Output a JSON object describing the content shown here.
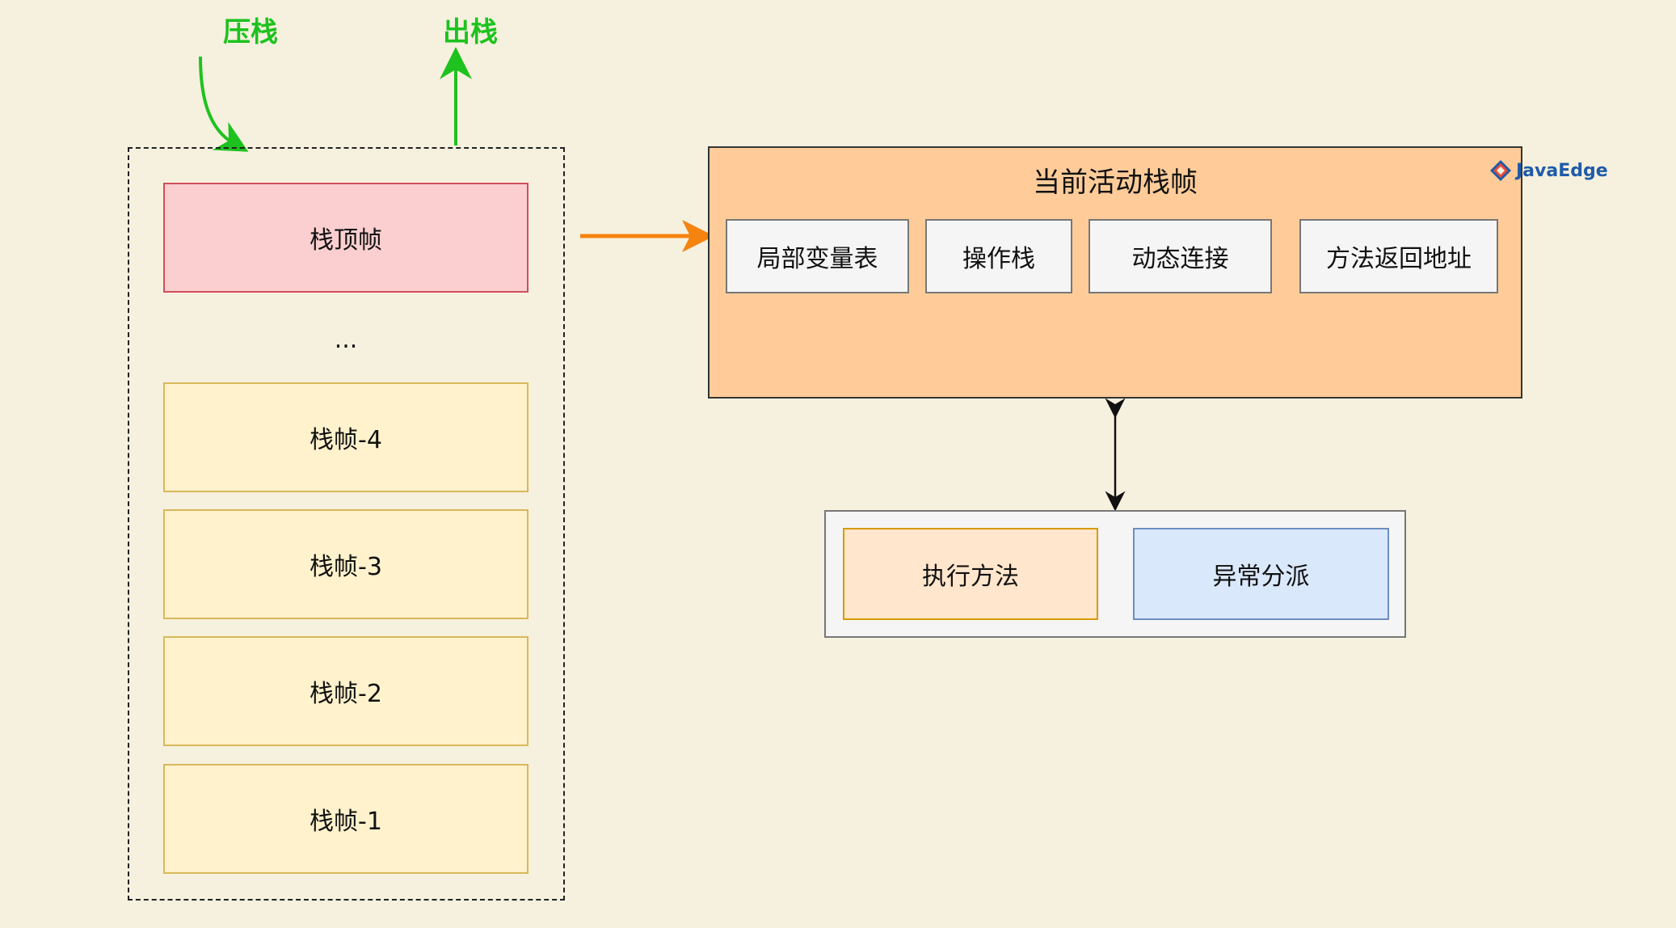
{
  "labels": {
    "push": "压栈",
    "pop": "出栈"
  },
  "stack": {
    "top_frame": "栈顶帧",
    "ellipsis": "...",
    "frames": [
      "栈帧-4",
      "栈帧-3",
      "栈帧-2",
      "栈帧-1"
    ]
  },
  "active_frame": {
    "title": "当前活动栈帧",
    "parts": [
      "局部变量表",
      "操作栈",
      "动态连接",
      "方法返回地址"
    ]
  },
  "engine": {
    "execute": "执行方法",
    "dispatch": "异常分派"
  },
  "logo": {
    "text": "JavaEdge"
  },
  "colors": {
    "green_arrow": "#1ec21e",
    "orange_arrow": "#f5830f",
    "top_frame_fill": "#fbcfcf",
    "frame_fill": "#fff2cc",
    "active_frame_fill": "#ffcc99"
  }
}
